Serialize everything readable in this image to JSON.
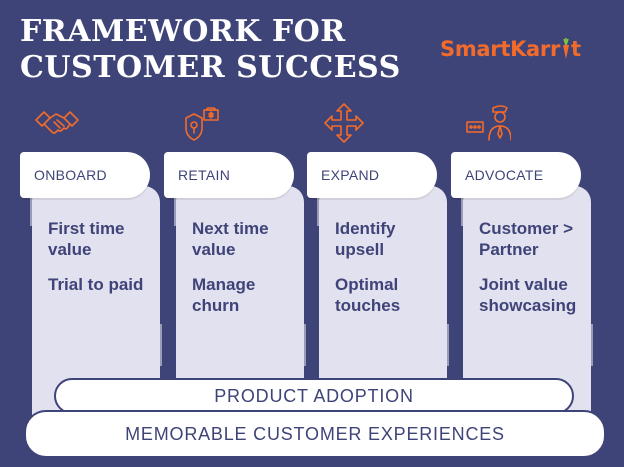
{
  "title_lines": [
    "FRAMEWORK FOR",
    "CUSTOMER SUCCESS"
  ],
  "logo": {
    "part1": "Sm",
    "part2": "artKarr",
    "part3": "t",
    "icon": "carrot-icon"
  },
  "colors": {
    "background": "#3f4478",
    "accent": "#f26b2a",
    "card": "#e2e1ef",
    "fold": "#9a9bb6",
    "text": "#3f4478"
  },
  "columns": [
    {
      "label": "ONBOARD",
      "icon": "handshake-icon",
      "items": [
        "First time value",
        "Trial to paid"
      ]
    },
    {
      "label": "RETAIN",
      "icon": "money-shield-icon",
      "items": [
        "Next time value",
        "Manage churn"
      ]
    },
    {
      "label": "EXPAND",
      "icon": "expand-arrows-icon",
      "items": [
        "Identify upsell",
        "Optimal touches"
      ]
    },
    {
      "label": "ADVOCATE",
      "icon": "customer-partner-icon",
      "items": [
        "Customer > Partner",
        "Joint value showcasing"
      ]
    }
  ],
  "bars": {
    "product_adoption": "PRODUCT ADOPTION",
    "experiences": "MEMORABLE CUSTOMER EXPERIENCES"
  }
}
